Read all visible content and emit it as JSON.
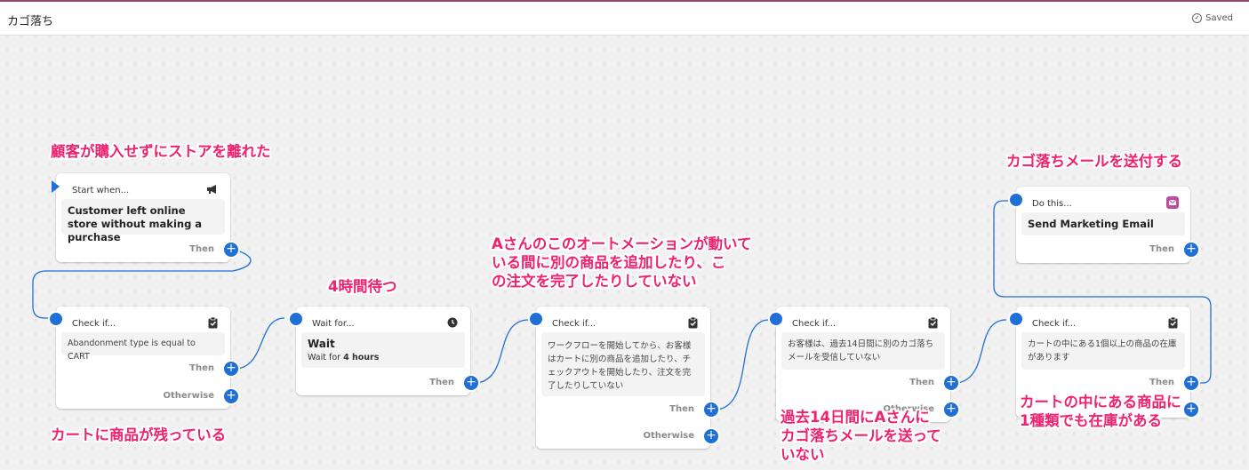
{
  "header": {
    "title": "カゴ落ち",
    "saved_label": "Saved"
  },
  "trigger": {
    "head": "Start when...",
    "body": "Customer left online store without making a purchase",
    "then": "Then",
    "icon": "megaphone-icon"
  },
  "check1": {
    "head": "Check if...",
    "body": "Abandonment type is equal to CART",
    "then": "Then",
    "otherwise": "Otherwise",
    "icon": "clipboard-icon"
  },
  "wait": {
    "head": "Wait for...",
    "title": "Wait",
    "sub_prefix": "Wait for ",
    "sub_value": "4 hours",
    "then": "Then",
    "icon": "clock-icon"
  },
  "check2": {
    "head": "Check if...",
    "body": "ワークフローを開始してから、お客様はカートに別の商品を追加したり、チェックアウトを開始したり、注文を完了したりしていない",
    "then": "Then",
    "otherwise": "Otherwise",
    "icon": "clipboard-icon"
  },
  "check3": {
    "head": "Check if...",
    "body": "お客様は、過去14日間に別のカゴ落ちメールを受信していない",
    "then": "Then",
    "otherwise_partial": "Otherwise",
    "icon": "clipboard-icon"
  },
  "check4": {
    "head": "Check if...",
    "body": "カートの中にある1個以上の商品の在庫があります",
    "then": "Then",
    "icon": "clipboard-icon"
  },
  "action": {
    "head": "Do this...",
    "body": "Send Marketing Email",
    "then": "Then",
    "icon": "email-icon"
  },
  "notes": {
    "n1": "顧客が購入せずにストアを離れた",
    "n2": "カートに商品が残っている",
    "n3": "4時間待つ",
    "n4_l1": "Aさんのこのオートメーションが動いて",
    "n4_l2": "いる間に別の商品を追加したり、こ",
    "n4_l3": "の注文を完了したりしていない",
    "n5_l1": "過去14日間にAさんに",
    "n5_l2": "カゴ落ちメールを送って",
    "n5_l3": "いない",
    "n6": "カゴ落ちメールを送付する",
    "n7_l1": "カートの中にある商品に",
    "n7_l2": "1種類でも在庫がある"
  },
  "colors": {
    "accent": "#1f6fd6",
    "annotation": "#f0216f"
  }
}
